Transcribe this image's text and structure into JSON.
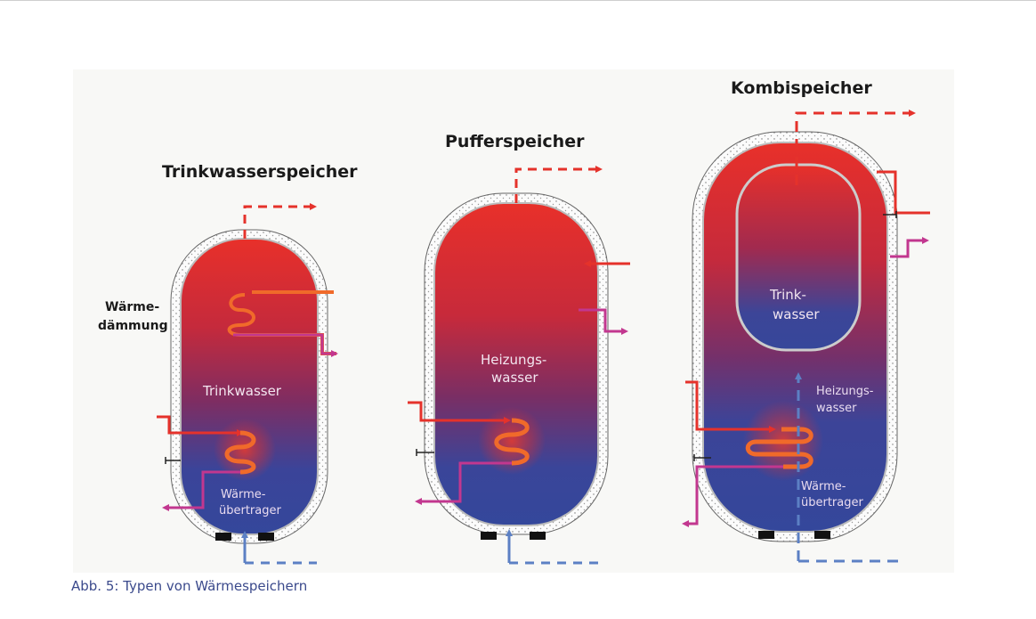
{
  "figure": {
    "caption": "Abb. 5: Typen von Wärmespeichern",
    "colors": {
      "hot": "#e5322b",
      "cold": "#36479a",
      "return": "#c2378f",
      "cold_pipe": "#5c80c4",
      "coil": "#f26b2b"
    }
  },
  "tanks": [
    {
      "title": "Trinkwasserspeicher",
      "content_label": "Trinkwasser",
      "exchanger_label_1": "Wärme-",
      "exchanger_label_2": "übertrager",
      "insulation_label_1": "Wärme-",
      "insulation_label_2": "dämmung"
    },
    {
      "title": "Pufferspeicher",
      "content_label_1": "Heizungs-",
      "content_label_2": "wasser"
    },
    {
      "title": "Kombispeicher",
      "inner_label_1": "Trink-",
      "inner_label_2": "wasser",
      "content_label_1": "Heizungs-",
      "content_label_2": "wasser",
      "exchanger_label_1": "Wärme-",
      "exchanger_label_2": "übertrager"
    }
  ]
}
